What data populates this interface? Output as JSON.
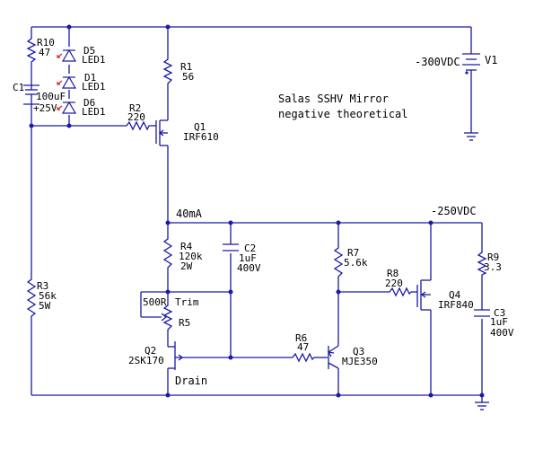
{
  "components": {
    "r10": {
      "ref": "R10",
      "value": "47"
    },
    "d5": {
      "ref": "D5",
      "value": "LED1"
    },
    "d1": {
      "ref": "D1",
      "value": "LED1"
    },
    "d6": {
      "ref": "D6",
      "value": "LED1"
    },
    "c1": {
      "ref": "C1",
      "value": "100uF",
      "rating": "+25V"
    },
    "r1": {
      "ref": "R1",
      "value": "56"
    },
    "r2": {
      "ref": "R2",
      "value": "220"
    },
    "q1": {
      "ref": "Q1",
      "part": "IRF610"
    },
    "v1": {
      "ref": "V1",
      "value": "-300VDC"
    },
    "r3": {
      "ref": "R3",
      "value": "56k",
      "rating": "5W"
    },
    "r4": {
      "ref": "R4",
      "value": "120k",
      "rating": "2W"
    },
    "c2": {
      "ref": "C2",
      "value": "1uF",
      "rating": "400V"
    },
    "r5": {
      "ref": "R5",
      "value": "500R",
      "label": "Trim"
    },
    "q2": {
      "ref": "Q2",
      "part": "2SK170",
      "pin": "Drain"
    },
    "r6": {
      "ref": "R6",
      "value": "47"
    },
    "q3": {
      "ref": "Q3",
      "part": "MJE350"
    },
    "r7": {
      "ref": "R7",
      "value": "5.6k"
    },
    "r8": {
      "ref": "R8",
      "value": "220"
    },
    "q4": {
      "ref": "Q4",
      "part": "IRF840"
    },
    "r9": {
      "ref": "R9",
      "value": "3.3"
    },
    "c3": {
      "ref": "C3",
      "value": "1uF",
      "rating": "400V"
    }
  },
  "annotations": {
    "title_line1": "Salas SSHV Mirror",
    "title_line2": "negative theoretical",
    "current": "40mA",
    "output_voltage": "-250VDC"
  },
  "colors": {
    "wire": "#1a1aa6",
    "led_arrow": "#e02020",
    "text": "#000000"
  }
}
